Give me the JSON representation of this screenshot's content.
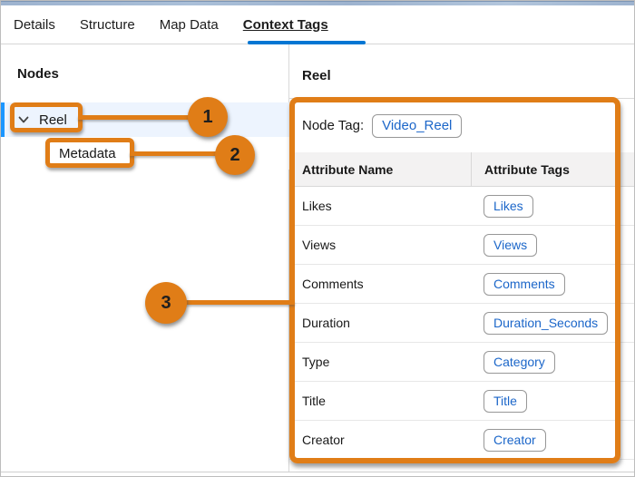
{
  "tabs": [
    {
      "label": "Details",
      "active": false
    },
    {
      "label": "Structure",
      "active": false
    },
    {
      "label": "Map Data",
      "active": false
    },
    {
      "label": "Context Tags",
      "active": true
    }
  ],
  "left_panel": {
    "title": "Nodes",
    "nodes": [
      {
        "label": "Reel",
        "level": 0,
        "expanded": true,
        "selected": true
      },
      {
        "label": "Metadata",
        "level": 1,
        "expanded": false,
        "selected": false
      }
    ]
  },
  "right_panel": {
    "title": "Reel",
    "node_tag_label": "Node Tag:",
    "node_tag_value": "Video_Reel",
    "table": {
      "columns": [
        "Attribute Name",
        "Attribute Tags"
      ],
      "rows": [
        {
          "name": "Likes",
          "tag": "Likes"
        },
        {
          "name": "Views",
          "tag": "Views"
        },
        {
          "name": "Comments",
          "tag": "Comments"
        },
        {
          "name": "Duration",
          "tag": "Duration_Seconds"
        },
        {
          "name": "Type",
          "tag": "Category"
        },
        {
          "name": "Title",
          "tag": "Title"
        },
        {
          "name": "Creator",
          "tag": "Creator"
        }
      ]
    }
  },
  "annotations": [
    {
      "number": "1",
      "target": "Reel tree node"
    },
    {
      "number": "2",
      "target": "Metadata tree node"
    },
    {
      "number": "3",
      "target": "Node tag and attributes table"
    }
  ],
  "colors": {
    "annotation_orange": "#E07D17",
    "active_tab_blue": "#0176D3",
    "selected_row_bar_blue": "#1B96FF",
    "selected_row_bg": "#EDF4FE",
    "tag_text_blue": "#1B66C9"
  }
}
